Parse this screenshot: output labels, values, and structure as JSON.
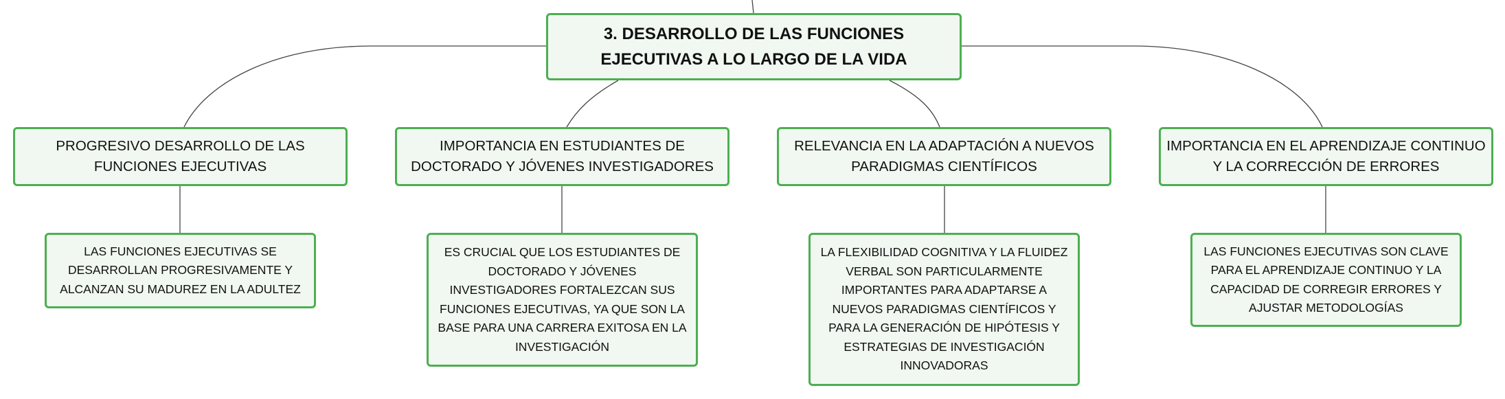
{
  "colors": {
    "node_border": "#4caf50",
    "node_fill": "#f0f8f1",
    "connector": "#444444"
  },
  "root": {
    "label": "3. DESARROLLO DE LAS FUNCIONES EJECUTIVAS A LO LARGO DE LA VIDA"
  },
  "branches": [
    {
      "topic": "PROGRESIVO DESARROLLO DE LAS FUNCIONES EJECUTIVAS",
      "detail": "LAS FUNCIONES EJECUTIVAS SE DESARROLLAN PROGRESIVAMENTE Y ALCANZAN SU MADUREZ EN LA ADULTEZ"
    },
    {
      "topic": "IMPORTANCIA EN ESTUDIANTES DE DOCTORADO Y JÓVENES INVESTIGADORES",
      "detail": "ES CRUCIAL QUE LOS ESTUDIANTES DE DOCTORADO Y JÓVENES INVESTIGADORES FORTALEZCAN SUS FUNCIONES EJECUTIVAS, YA QUE SON LA BASE PARA UNA CARRERA EXITOSA EN LA INVESTIGACIÓN"
    },
    {
      "topic": "RELEVANCIA EN LA ADAPTACIÓN A NUEVOS PARADIGMAS CIENTÍFICOS",
      "detail": "LA FLEXIBILIDAD COGNITIVA Y LA FLUIDEZ VERBAL SON PARTICULARMENTE IMPORTANTES PARA ADAPTARSE A NUEVOS PARADIGMAS CIENTÍFICOS Y PARA LA GENERACIÓN DE HIPÓTESIS Y ESTRATEGIAS DE INVESTIGACIÓN INNOVADORAS"
    },
    {
      "topic": "IMPORTANCIA EN EL APRENDIZAJE CONTINUO Y LA CORRECCIÓN DE ERRORES",
      "detail": "LAS FUNCIONES EJECUTIVAS SON CLAVE PARA EL APRENDIZAJE CONTINUO Y LA CAPACIDAD DE CORREGIR ERRORES Y AJUSTAR METODOLOGÍAS"
    }
  ]
}
